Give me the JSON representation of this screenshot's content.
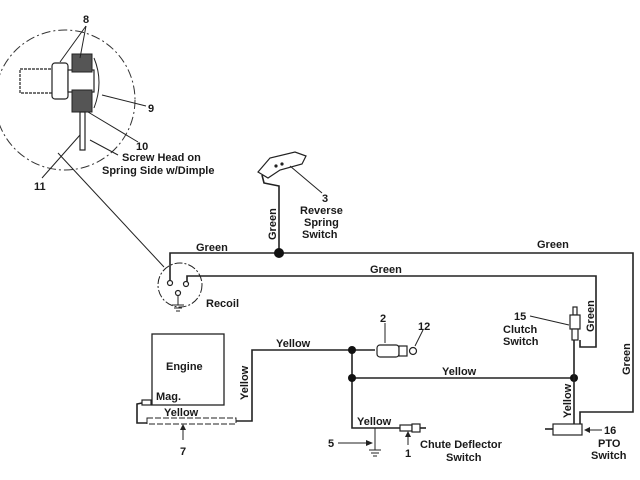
{
  "diagram": {
    "detail": {
      "callout_8": "8",
      "callout_9": "9",
      "callout_10": "10",
      "callout_11": "11",
      "note_line1": "Screw Head on",
      "note_line2": "Spring Side w/Dimple"
    },
    "reverse_switch": {
      "number": "3",
      "line1": "Reverse",
      "line2": "Spring",
      "line3": "Switch"
    },
    "recoil": {
      "label": "Recoil"
    },
    "engine": {
      "label": "Engine",
      "mag_label": "Mag.",
      "harness_number": "7"
    },
    "solenoid": {
      "number": "2",
      "terminal_number": "12"
    },
    "clutch_switch": {
      "number": "15",
      "line1": "Clutch",
      "line2": "Switch"
    },
    "pto_switch": {
      "number": "16",
      "line1": "PTO",
      "line2": "Switch"
    },
    "chute_switch": {
      "number": "1",
      "ground_number": "5",
      "line1": "Chute Deflector",
      "line2": "Switch"
    },
    "wire_labels": {
      "green_top": "Green",
      "green_right_top": "Green",
      "green_inner": "Green",
      "green_reverse": "Green",
      "green_clutch": "Green",
      "green_right_vertical": "Green",
      "yellow_mag": "Yellow",
      "yellow_vertical": "Yellow",
      "yellow_top": "Yellow",
      "yellow_middle": "Yellow",
      "yellow_chute": "Yellow",
      "yellow_pto": "Yellow"
    }
  }
}
